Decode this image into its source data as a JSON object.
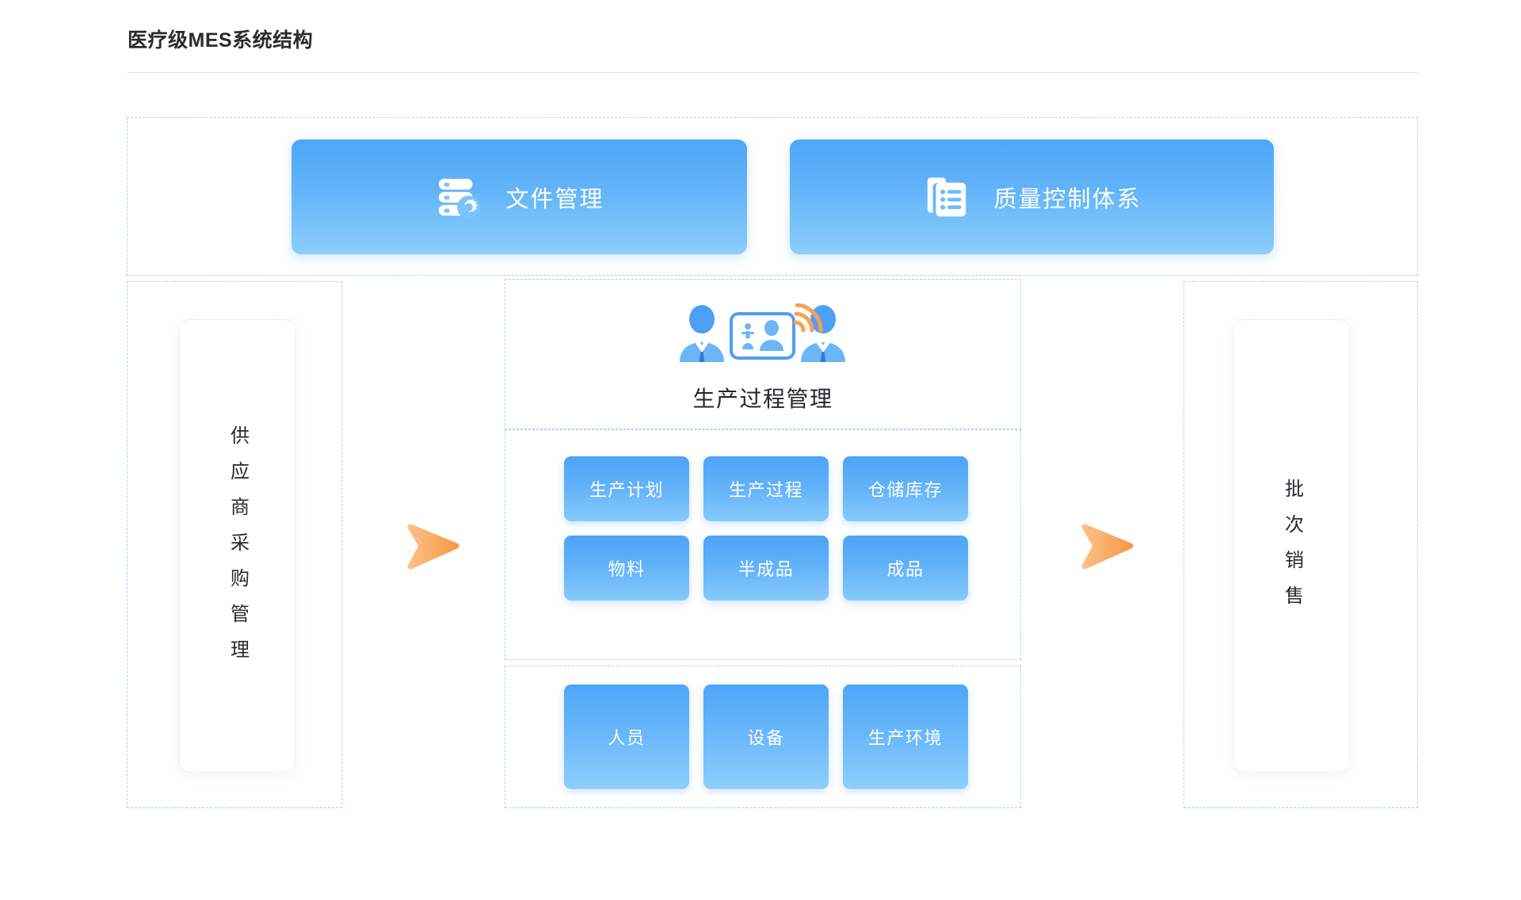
{
  "header": {
    "title": "医疗级MES系统结构"
  },
  "colors": {
    "tile_top": "#4ca3f6",
    "tile_bottom": "#86cafc",
    "dashed_border": "#a9d4fb",
    "arrow": "#f6a75c",
    "title_text": "#2b2b2b",
    "rule": "#e2e2e2"
  },
  "top_zone": {
    "cards": [
      {
        "label": "文件管理",
        "icon": "server-gear-icon"
      },
      {
        "label": "质量控制体系",
        "icon": "document-list-icon"
      }
    ]
  },
  "left_zone": {
    "card_label": "供应商采购管理"
  },
  "right_zone": {
    "card_label": "批次销售"
  },
  "arrows": [
    {
      "name": "flow-arrow-left",
      "icon": "chevron-right-icon"
    },
    {
      "name": "flow-arrow-right",
      "icon": "chevron-right-icon"
    }
  ],
  "center_zone": {
    "icon": "people-badge-wifi-icon",
    "title": "生产过程管理",
    "middle_tiles": [
      "生产计划",
      "生产过程",
      "仓储库存",
      "物料",
      "半成品",
      "成品"
    ],
    "bottom_tiles": [
      "人员",
      "设备",
      "生产环境"
    ]
  }
}
